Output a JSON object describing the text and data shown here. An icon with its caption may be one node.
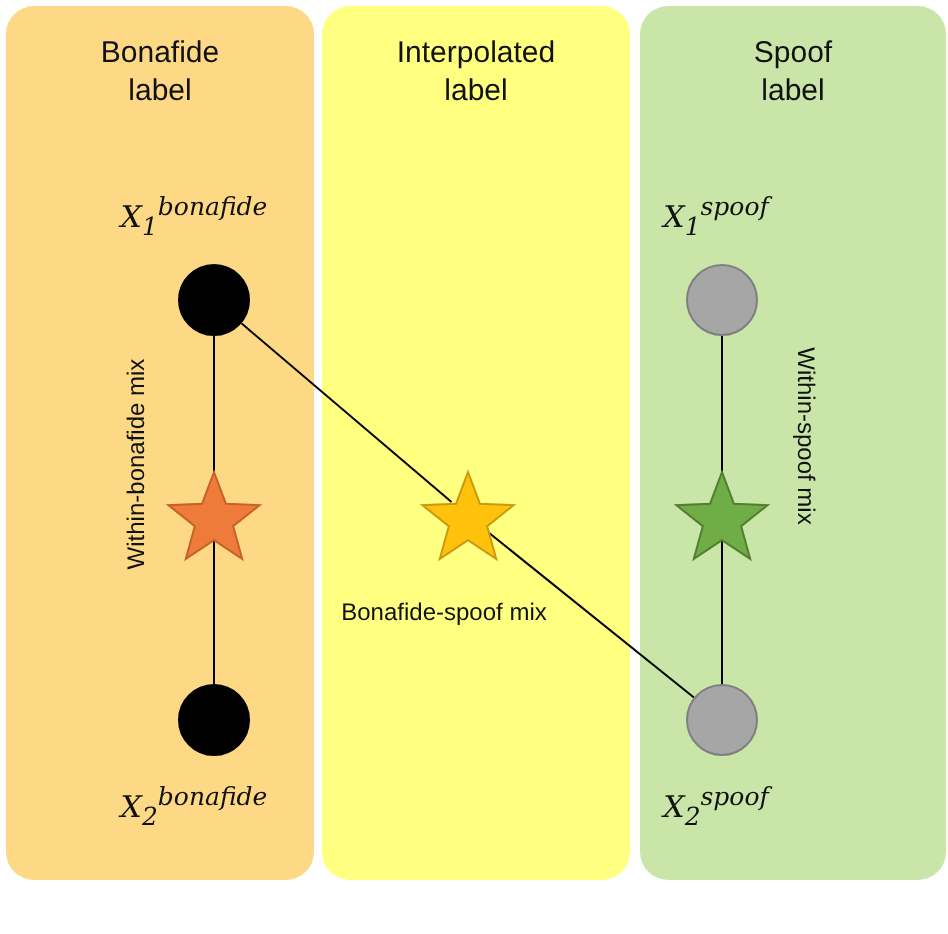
{
  "diagram": {
    "nodes": [
      {
        "text": [
          "Bonafide label"
        ]
      },
      {
        "text": [
          "Interpolated label"
        ]
      },
      {
        "text": [
          "Spoof label"
        ]
      },
      {
        "text": [],
        "shape": "circle",
        "in": 0,
        "beside": [
          "X$_{1}$$^{bonafide}$"
        ]
      },
      {
        "text": [],
        "shape": "star",
        "in": 0,
        "beside": [
          "Within-bonafide mix"
        ]
      },
      {
        "text": [],
        "shape": "circle",
        "in": 0,
        "beside": [
          "X$_{2}$$^{bonafide}$"
        ]
      },
      {
        "text": [],
        "shape": "star",
        "in": 1,
        "beside": [
          "Bonafide-spoof mix"
        ]
      },
      {
        "text": [],
        "shape": "circle",
        "in": 2,
        "beside": [
          "X$_{1}$$^{spoof}$"
        ]
      },
      {
        "text": [],
        "shape": "star",
        "in": 2,
        "beside": [
          "Within-spoof mix"
        ]
      },
      {
        "text": [],
        "shape": "circle",
        "in": 2,
        "beside": [
          "X$_{2}$$^{spoof}$"
        ]
      }
    ],
    "edges": [
      {
        "from": 3,
        "to": 4,
        "arrow": "none"
      },
      {
        "from": 4,
        "to": 5,
        "arrow": "none"
      },
      {
        "from": 3,
        "to": 6,
        "arrow": "none"
      },
      {
        "from": 6,
        "to": 9,
        "arrow": "none"
      },
      {
        "from": 7,
        "to": 8,
        "arrow": "none"
      },
      {
        "from": 8,
        "to": 9,
        "arrow": "none"
      }
    ]
  }
}
